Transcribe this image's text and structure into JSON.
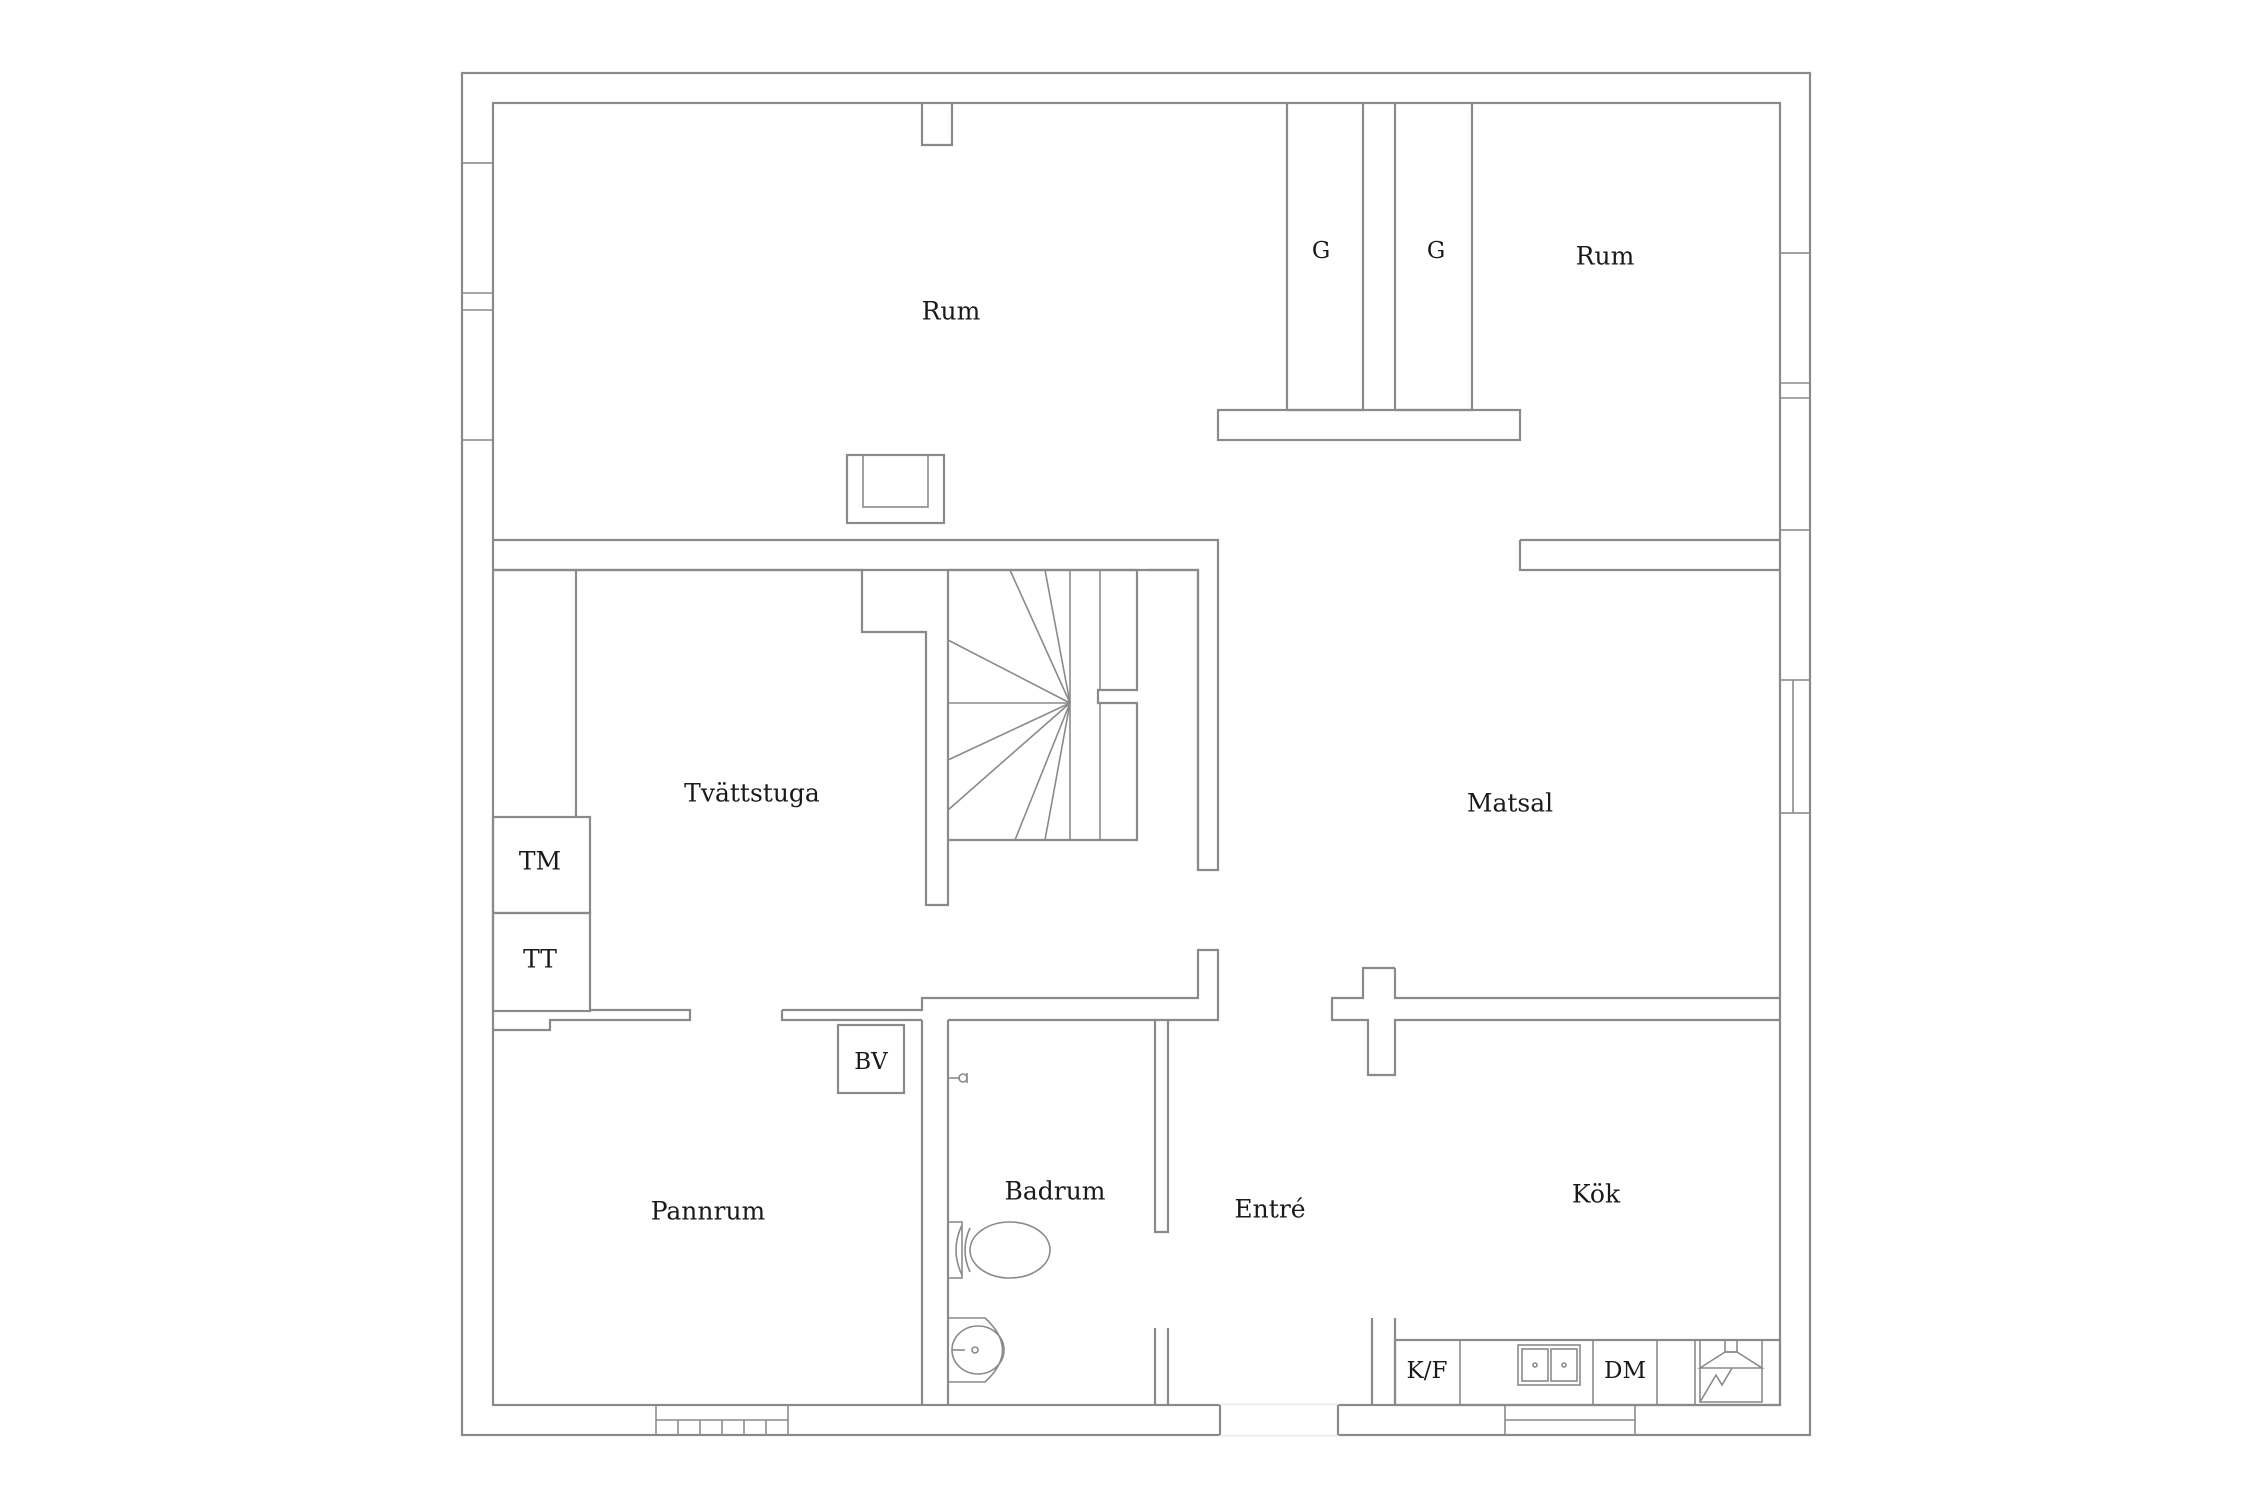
{
  "rooms": {
    "rum_1": "Rum",
    "rum_2": "Rum",
    "garderob_1": "G",
    "garderob_2": "G",
    "tvattstuga": "Tvättstuga",
    "matsal": "Matsal",
    "tvattmaskin": "TM",
    "torktumlare": "TT",
    "pannrum": "Pannrum",
    "badrum": "Badrum",
    "entre": "Entré",
    "kok": "Kök",
    "varmvatten": "BV",
    "kyl_frys": "K/F",
    "diskmaskin": "DM"
  }
}
